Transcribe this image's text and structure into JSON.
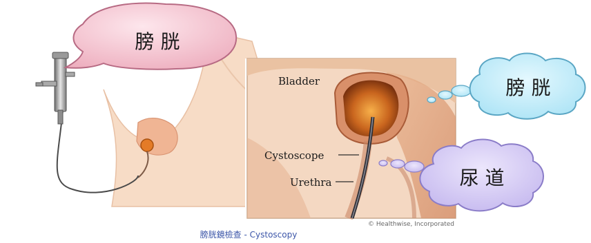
{
  "callouts": {
    "top_left": "膀 胱",
    "right_upper": "膀 胱",
    "right_lower": "尿 道"
  },
  "labels": {
    "bladder": "Bladder",
    "cystoscope": "Cystoscope",
    "urethra": "Urethra"
  },
  "credit": "© Healthwise, Incorporated",
  "caption": "膀胱鏡檢查 - Cystoscopy",
  "colors": {
    "speech_bubble": "#f4bccb",
    "cloud_cyan": "#b9eaf8",
    "cloud_purple": "#cfc5f2",
    "skin": "#f6dcc4",
    "caption_text": "#3b55a8"
  }
}
